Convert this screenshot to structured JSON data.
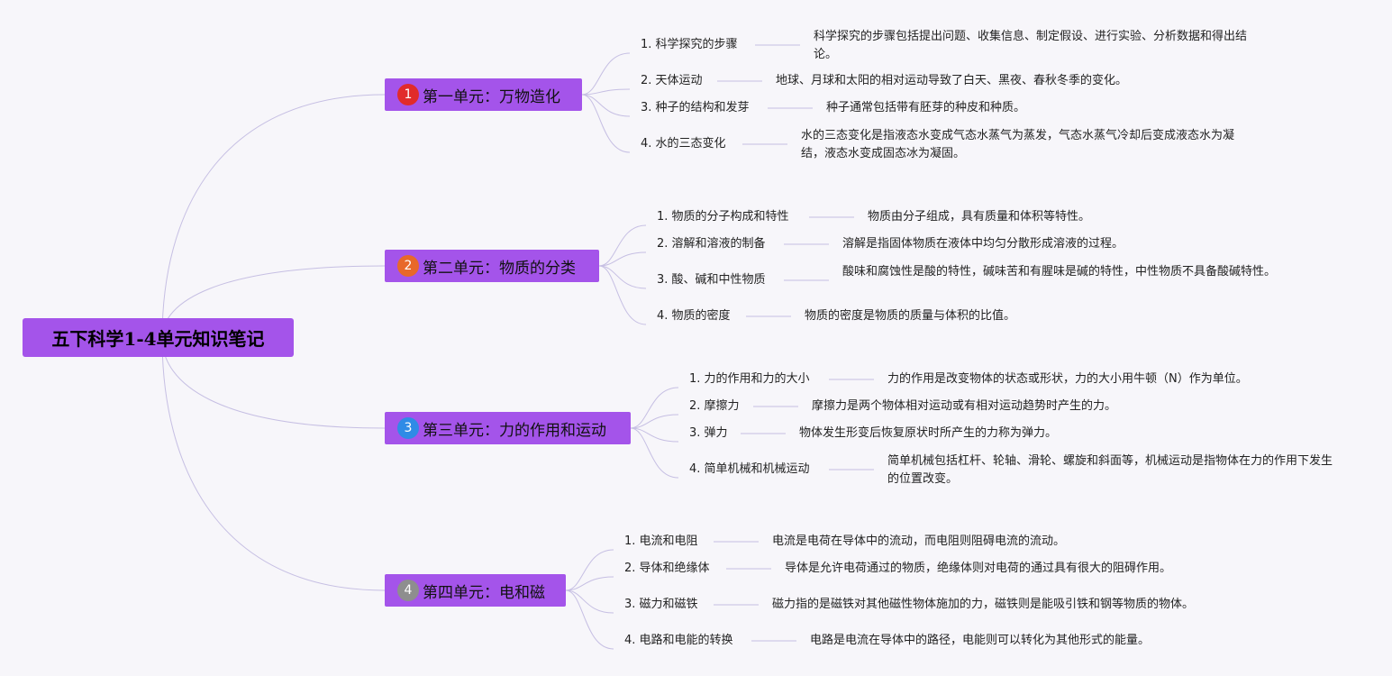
{
  "root": {
    "title": "五下科学1-4单元知识笔记"
  },
  "units": [
    {
      "number": "1",
      "badge_color": "#e12b2b",
      "title": "第一单元：万物造化",
      "items": [
        {
          "label": "1. 科学探究的步骤",
          "desc": "科学探究的步骤包括提出问题、收集信息、制定假设、进行实验、分析数据和得出结论。"
        },
        {
          "label": "2. 天体运动",
          "desc": "地球、月球和太阳的相对运动导致了白天、黑夜、春秋冬季的变化。"
        },
        {
          "label": "3. 种子的结构和发芽",
          "desc": "种子通常包括带有胚芽的种皮和种质。"
        },
        {
          "label": "4. 水的三态变化",
          "desc": "水的三态变化是指液态水变成气态水蒸气为蒸发，气态水蒸气冷却后变成液态水为凝结，液态水变成固态冰为凝固。"
        }
      ]
    },
    {
      "number": "2",
      "badge_color": "#e8682a",
      "title": "第二单元：物质的分类",
      "items": [
        {
          "label": "1. 物质的分子构成和特性",
          "desc": "物质由分子组成，具有质量和体积等特性。"
        },
        {
          "label": "2. 溶解和溶液的制备",
          "desc": "溶解是指固体物质在液体中均匀分散形成溶液的过程。"
        },
        {
          "label": "3. 酸、碱和中性物质",
          "desc": "酸味和腐蚀性是酸的特性，碱味苦和有腥味是碱的特性，中性物质不具备酸碱特性。"
        },
        {
          "label": "4. 物质的密度",
          "desc": "物质的密度是物质的质量与体积的比值。"
        }
      ]
    },
    {
      "number": "3",
      "badge_color": "#2f8be6",
      "title": "第三单元：力的作用和运动",
      "items": [
        {
          "label": "1. 力的作用和力的大小",
          "desc": "力的作用是改变物体的状态或形状，力的大小用牛顿（N）作为单位。"
        },
        {
          "label": "2. 摩擦力",
          "desc": "摩擦力是两个物体相对运动或有相对运动趋势时产生的力。"
        },
        {
          "label": "3. 弹力",
          "desc": "物体发生形变后恢复原状时所产生的力称为弹力。"
        },
        {
          "label": "4. 简单机械和机械运动",
          "desc": "简单机械包括杠杆、轮轴、滑轮、螺旋和斜面等，机械运动是指物体在力的作用下发生的位置改变。"
        }
      ]
    },
    {
      "number": "4",
      "badge_color": "#8e8e8e",
      "title": "第四单元：电和磁",
      "items": [
        {
          "label": "1. 电流和电阻",
          "desc": "电流是电荷在导体中的流动，而电阻则阻碍电流的流动。"
        },
        {
          "label": "2. 导体和绝缘体",
          "desc": "导体是允许电荷通过的物质，绝缘体则对电荷的通过具有很大的阻碍作用。"
        },
        {
          "label": "3. 磁力和磁铁",
          "desc": "磁力指的是磁铁对其他磁性物体施加的力，磁铁则是能吸引铁和钢等物质的物体。"
        },
        {
          "label": "4. 电路和电能的转换",
          "desc": "电路是电流在导体中的路径，电能则可以转化为其他形式的能量。"
        }
      ]
    }
  ]
}
